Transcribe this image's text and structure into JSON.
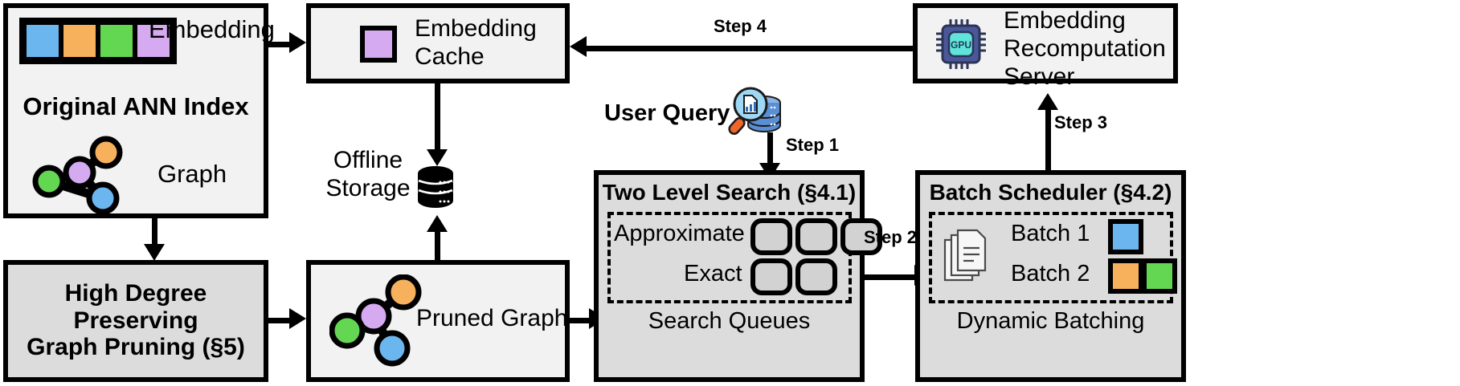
{
  "diagram": {
    "title": "ANN search system architecture with embedding recomputation",
    "colors": {
      "blue": "#6cb6f0",
      "orange": "#f7b05b",
      "green": "#63d751",
      "purple": "#d6aaf0",
      "box_fill_light": "#f2f2f2",
      "box_fill_gray": "#dcdcdc",
      "stroke": "#000000",
      "gpu_chip": "#4a5899",
      "gpu_core": "#5fe3da",
      "doc_icon": "#f7f7f7",
      "query_db": "#5b8fd4",
      "query_lens": "#9fd8f5",
      "query_handle": "#f2652a"
    }
  },
  "nodes": {
    "original_ann_index": {
      "title": "Original ANN Index",
      "embedding_label": "Embedding",
      "graph_label": "Graph",
      "embedding_cells": [
        "blue",
        "orange",
        "green",
        "purple"
      ],
      "graph_nodes": [
        "orange",
        "purple",
        "green",
        "blue"
      ]
    },
    "graph_pruning": {
      "line1": "High Degree Preserving",
      "line2": "Graph Pruning (§5)"
    },
    "embedding_cache": {
      "line1": "Embedding",
      "line2": "Cache",
      "swatch": "purple",
      "icon": "purple-square-icon"
    },
    "offline_storage": {
      "line1": "Offline",
      "line2": "Storage",
      "icon": "database-icon"
    },
    "pruned_graph": {
      "label": "Pruned Graph",
      "graph_nodes": [
        "orange",
        "purple",
        "green",
        "blue"
      ]
    },
    "two_level_search": {
      "title": "Two Level Search (§4.1)",
      "footer": "Search Queues",
      "rows": [
        {
          "label": "Approximate",
          "slots": 3
        },
        {
          "label": "Exact",
          "slots": 2
        }
      ]
    },
    "batch_scheduler": {
      "title": "Batch Scheduler (§4.2)",
      "footer": "Dynamic Batching",
      "icon": "documents-icon",
      "batches": [
        {
          "label": "Batch 1",
          "swatches": [
            "blue"
          ]
        },
        {
          "label": "Batch 2",
          "swatches": [
            "orange",
            "green"
          ]
        }
      ]
    },
    "recomputation_server": {
      "line1": "Embedding",
      "line2": "Recomputation",
      "line3": "Server",
      "icon": "gpu-chip-icon",
      "icon_text": "GPU"
    },
    "user_query": {
      "label": "User Query",
      "icon": "query-search-database-icon"
    }
  },
  "steps": {
    "step1": "Step 1",
    "step2": "Step 2",
    "step3": "Step 3",
    "step4": "Step 4"
  }
}
